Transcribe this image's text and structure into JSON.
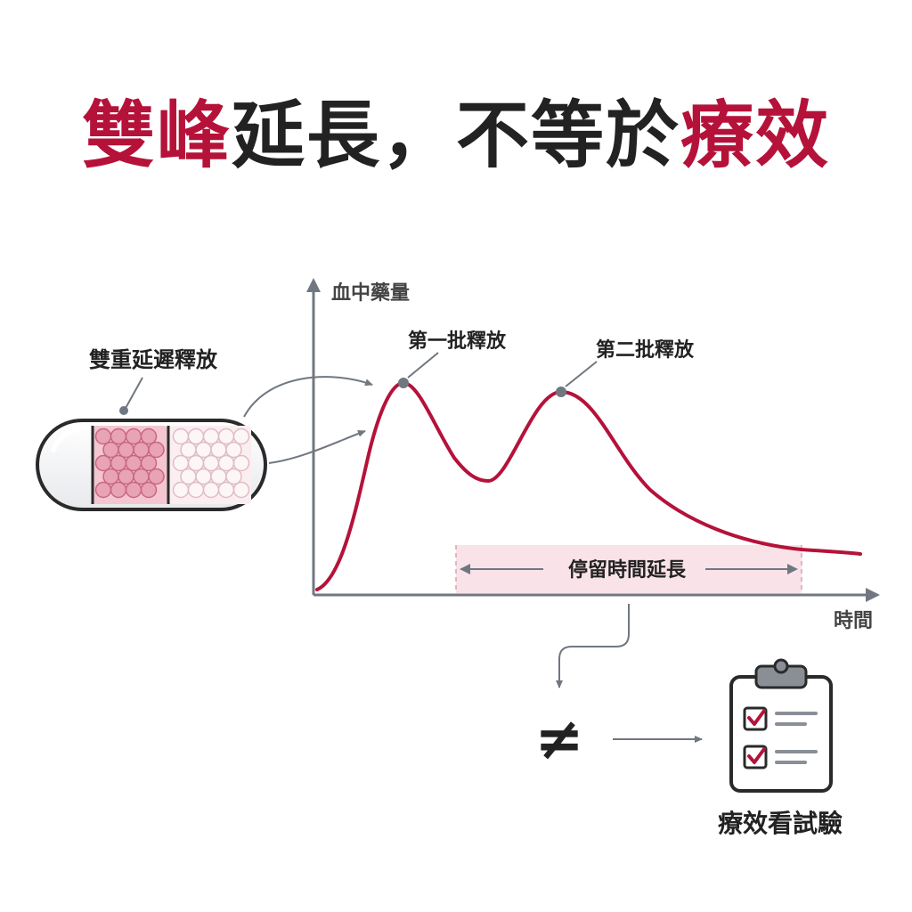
{
  "colors": {
    "accent": "#b5123a",
    "text": "#222222",
    "axis": "#707780",
    "pill_left_fill": "#f4c6d1",
    "pill_right_fill": "#fbeef0",
    "band_fill": "#f9e3e8"
  },
  "title": {
    "part1": "雙峰",
    "part2": "延長，不等於",
    "part3": "療效"
  },
  "capsule": {
    "label": "雙重延遲釋放"
  },
  "chart": {
    "ylabel": "血中藥量",
    "xlabel": "時間",
    "peak1_label": "第一批釋放",
    "peak2_label": "第二批釋放",
    "band_label": "停留時間延長"
  },
  "conclusion": {
    "symbol": "≠",
    "clipboard_icon": "clipboard-checklist-icon",
    "label": "療效看試驗"
  }
}
